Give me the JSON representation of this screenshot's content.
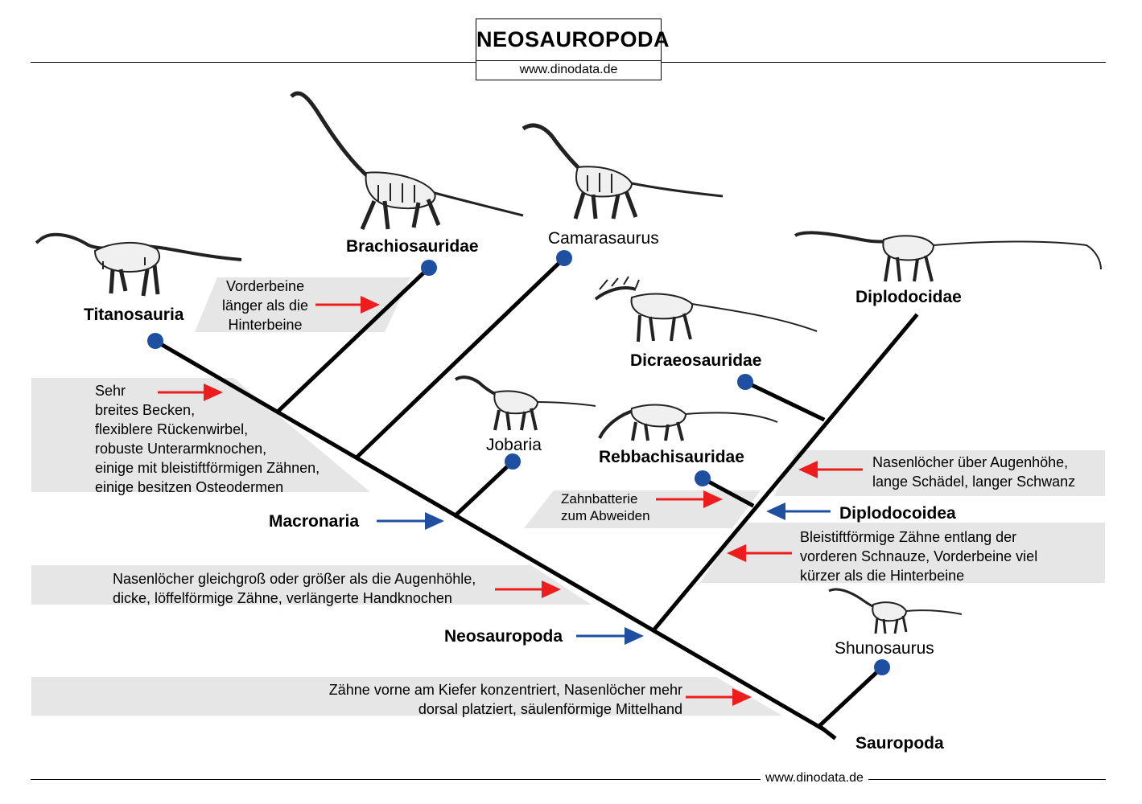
{
  "header": {
    "title": "NEOSAUROPODA",
    "subtitle": "www.dinodata.de"
  },
  "footer": {
    "text": "www.dinodata.de"
  },
  "taxa": {
    "titanosauria": "Titanosauria",
    "brachiosauridae": "Brachiosauridae",
    "camarasaurus": "Camarasaurus",
    "diplodocidae": "Diplodocidae",
    "dicraeosauridae": "Dicraeosauridae",
    "jobaria": "Jobaria",
    "rebbachisauridae": "Rebbachisauridae",
    "diplodocoidea": "Diplodocoidea",
    "macronaria": "Macronaria",
    "neosauropoda": "Neosauropoda",
    "shunosaurus": "Shunosaurus",
    "sauropoda": "Sauropoda"
  },
  "notes": {
    "brachiosauridae": [
      "Vorderbeine",
      "länger als die",
      "Hinterbeine"
    ],
    "titanosauria": [
      "Sehr",
      "breites Becken,",
      "flexiblere Rückenwirbel,",
      "robuste Unterarmknochen,",
      "einige mit bleistiftförmigen Zähnen,",
      "einige besitzen Osteodermen"
    ],
    "diplodocidae": [
      "Nasenlöcher über Augenhöhe,",
      "lange Schädel, langer Schwanz"
    ],
    "rebbachisauridae": [
      "Zahnbatterie",
      "zum Abweiden"
    ],
    "diplodocoidea": [
      "Bleistiftförmige Zähne entlang der",
      "vorderen Schnauze, Vorderbeine viel",
      "kürzer als die Hinterbeine"
    ],
    "macronaria": [
      "Nasenlöcher gleichgroß oder größer als die Augenhöhle,",
      "dicke, löffelförmige Zähne, verlängerte Handknochen"
    ],
    "neosauropoda": [
      "Zähne vorne am Kiefer konzentriert, Nasenlöcher mehr",
      "dorsal platziert, säulenförmige Mittelhand"
    ]
  },
  "colors": {
    "node": "#1e4fa0",
    "red_arrow": "#ee1c1c",
    "blue_arrow": "#1e4fa0",
    "band": "#e6e6e6",
    "line": "#000000"
  },
  "icons": {
    "skeletons": [
      "titanosaur-skeleton-icon",
      "brachiosaur-skeleton-icon",
      "camarasaurus-skeleton-icon",
      "diplodocid-skeleton-icon",
      "dicraeosaurid-skeleton-icon",
      "jobaria-skeleton-icon",
      "rebbachisaurid-skeleton-icon",
      "shunosaurus-skeleton-icon"
    ]
  }
}
